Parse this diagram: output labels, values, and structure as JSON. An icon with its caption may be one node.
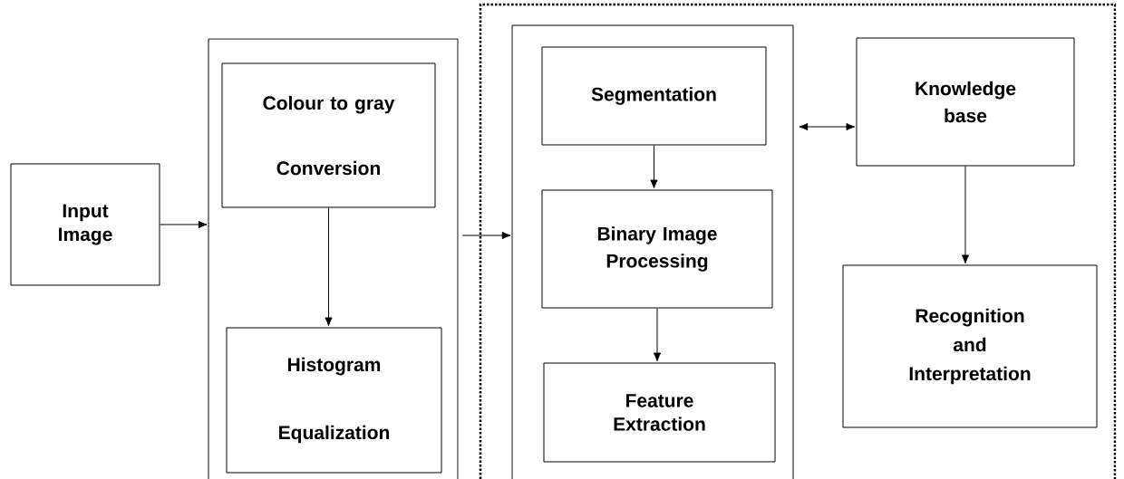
{
  "diagram": {
    "nodes": [
      {
        "text": [
          "Input Image"
        ]
      },
      {
        "text": [],
        "shape": "box"
      },
      {
        "text": [
          "Colour to gray Conversion"
        ],
        "in": 1
      },
      {
        "text": [
          "Histogram Equalization"
        ],
        "in": 1
      },
      {
        "text": [],
        "shape": "box"
      },
      {
        "text": [],
        "shape": "box",
        "in": 4
      },
      {
        "text": [
          "Segmentation"
        ],
        "in": 5
      },
      {
        "text": [
          "Binary Image Processing"
        ],
        "in": 5
      },
      {
        "text": [
          "Feature Extraction"
        ],
        "in": 5
      },
      {
        "text": [
          "Knowledge base"
        ],
        "in": 4
      },
      {
        "text": [
          "Recognition and Interpretation"
        ],
        "in": 4
      }
    ],
    "edges": [
      {
        "from": 0,
        "to": 1,
        "arrow": "to"
      },
      {
        "from": 2,
        "to": 3,
        "arrow": "to"
      },
      {
        "from": 1,
        "to": 5,
        "arrow": "to"
      },
      {
        "from": 6,
        "to": 7,
        "arrow": "to"
      },
      {
        "from": 7,
        "to": 8,
        "arrow": "to"
      },
      {
        "from": 5,
        "to": 9,
        "arrow": "both"
      },
      {
        "from": 9,
        "to": 10,
        "arrow": "to"
      }
    ]
  }
}
